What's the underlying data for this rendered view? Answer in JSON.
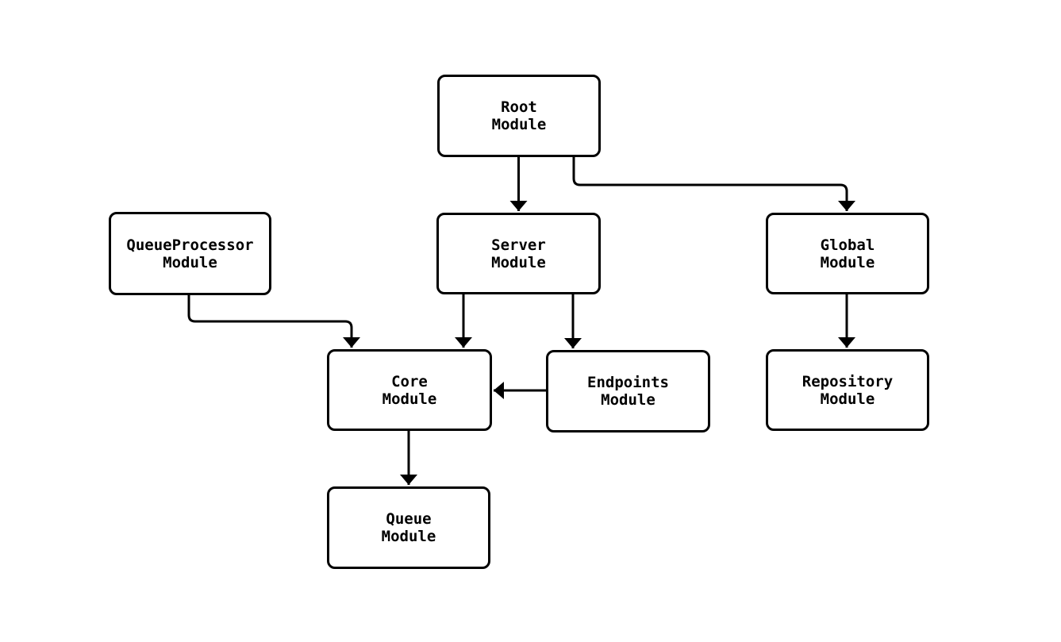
{
  "diagram": {
    "background_color": "#ffffff",
    "node_fill_color": "#ffffff",
    "node_border_color": "#000000",
    "edge_color": "#000000",
    "text_color": "#000000",
    "nodes": [
      {
        "id": "root",
        "label": "Root\nModule"
      },
      {
        "id": "queueprocessor",
        "label": "QueueProcessor\nModule"
      },
      {
        "id": "server",
        "label": "Server\nModule"
      },
      {
        "id": "global",
        "label": "Global\nModule"
      },
      {
        "id": "core",
        "label": "Core\nModule"
      },
      {
        "id": "endpoints",
        "label": "Endpoints\nModule"
      },
      {
        "id": "repository",
        "label": "Repository\nModule"
      },
      {
        "id": "queue",
        "label": "Queue\nModule"
      }
    ],
    "edges": [
      {
        "from": "Root Module",
        "to": "Server Module"
      },
      {
        "from": "Root Module",
        "to": "Global Module"
      },
      {
        "from": "QueueProcessor Module",
        "to": "Core Module"
      },
      {
        "from": "Server Module",
        "to": "Core Module"
      },
      {
        "from": "Server Module",
        "to": "Endpoints Module"
      },
      {
        "from": "Endpoints Module",
        "to": "Core Module"
      },
      {
        "from": "Core Module",
        "to": "Queue Module"
      },
      {
        "from": "Global Module",
        "to": "Repository Module"
      }
    ]
  }
}
